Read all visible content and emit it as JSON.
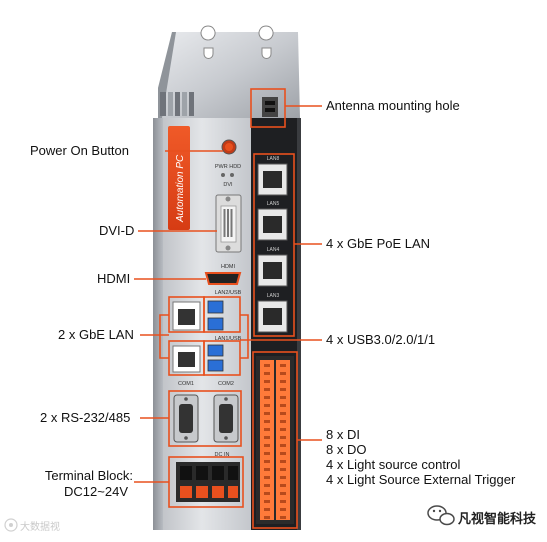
{
  "device": {
    "brand_text": "Automation PC",
    "port_labels": {
      "pwr_hdd": "PWR HDD",
      "dvi": "DVI",
      "hdmi": "HDMI",
      "lan2_usb": "LAN2/USB",
      "lan1_usb": "LAN1/USB",
      "com1": "COM1",
      "com2": "COM2",
      "dc_in": "DC IN",
      "lan_a": "LAN8",
      "lan_b": "LAN5",
      "lan_c": "LAN4",
      "lan_d": "LAN3"
    }
  },
  "callouts": {
    "antenna": "Antenna mounting hole",
    "power_button": "Power On Button",
    "dvi_d": "DVI-D",
    "hdmi": "HDMI",
    "poe_lan": "4 x GbE PoE LAN",
    "gbe_lan": "2 x GbE LAN",
    "usb": "4 x USB3.0/2.0/1/1",
    "rs232": "2 x RS-232/485",
    "terminal_block_1": "Terminal Block:",
    "terminal_block_2": "DC12~24V",
    "io_1": "8 x DI",
    "io_2": "8 x DO",
    "io_3": "4 x Light source control",
    "io_4": "4 x Light Source External Trigger"
  },
  "watermarks": {
    "left": "大数据视",
    "right": "凡视智能科技"
  },
  "colors": {
    "callout_line": "#e8501e",
    "port_blue": "#2a6fd6",
    "terminal_orange": "#ff7a3a",
    "chassis_silver": "#c9ccd1",
    "dark_module": "#1e1f22"
  }
}
